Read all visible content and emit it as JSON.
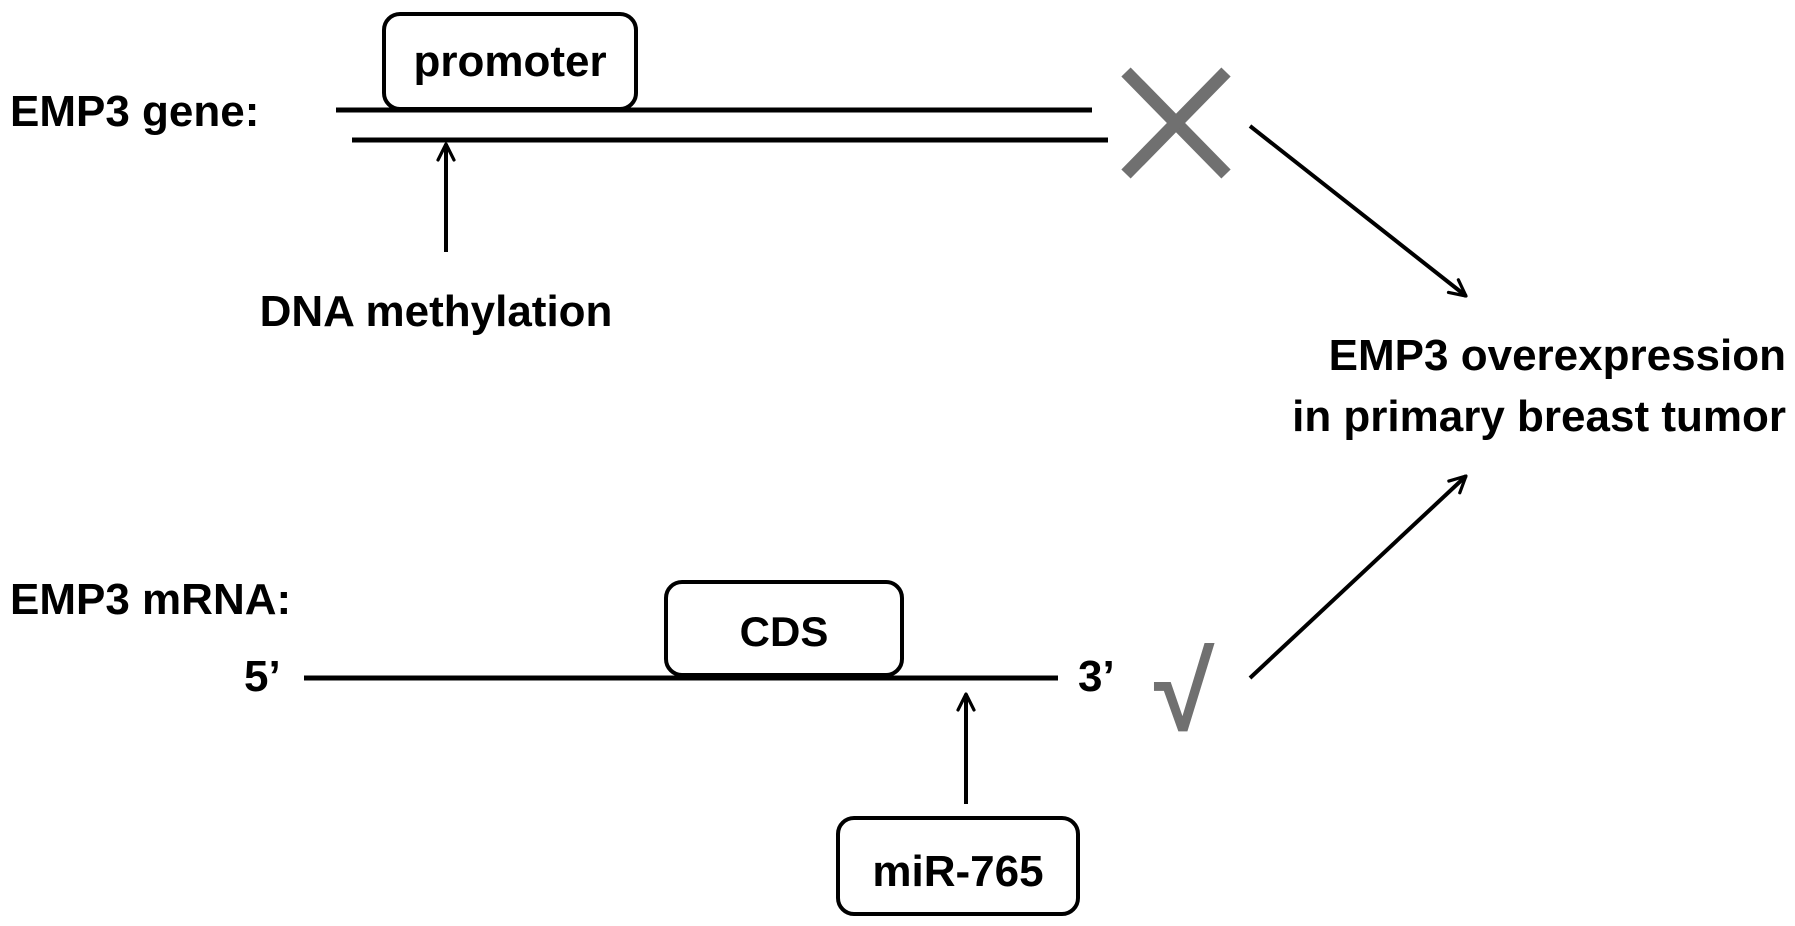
{
  "colors": {
    "ink": "#000000",
    "mark": "#707070",
    "background": "#ffffff"
  },
  "gene": {
    "label": "EMP3 gene:",
    "promoter_label": "promoter",
    "regulator_label": "DNA methylation",
    "status_icon": "cross-icon"
  },
  "mrna": {
    "label": "EMP3 mRNA:",
    "five_prime": "5’",
    "three_prime": "3’",
    "cds_label": "CDS",
    "regulator_label": "miR-765",
    "status_icon": "check-mark-icon",
    "status_glyph": "√"
  },
  "outcome": {
    "line1": "EMP3 overexpression",
    "line2": "in primary breast tumor"
  }
}
